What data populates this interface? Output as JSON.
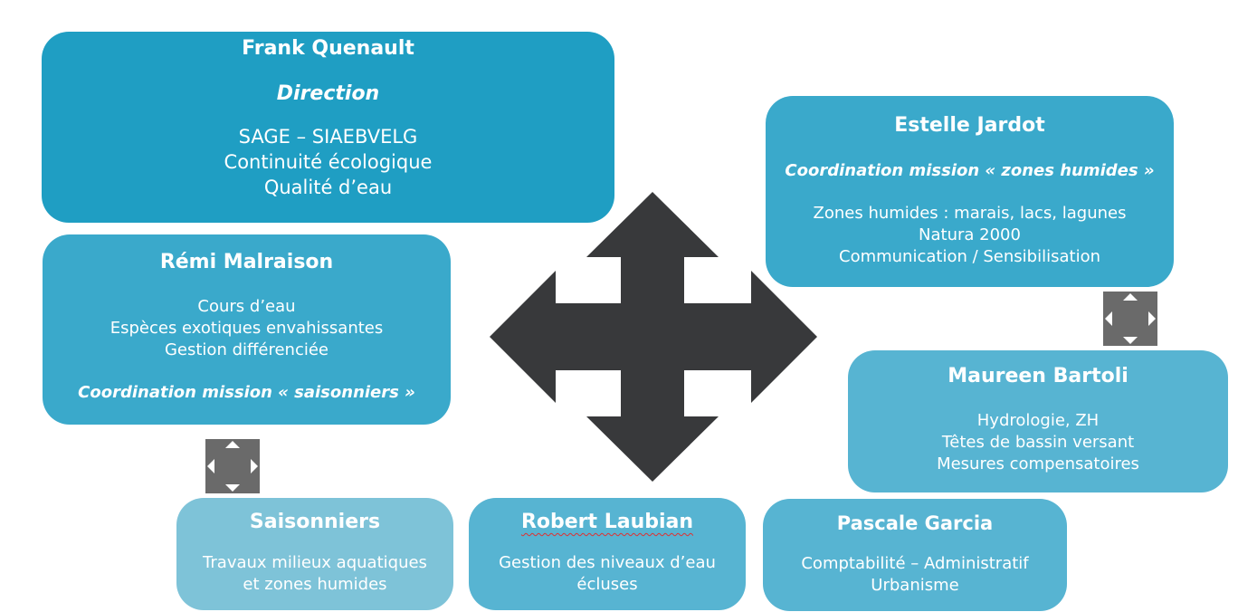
{
  "colors": {
    "direction": "#1f9ec3",
    "team": "#3aa9cb",
    "member": "#57b4d2",
    "seasonal": "#7ec3d8",
    "big_arrow": "#38393b",
    "small_arrow": "#6a6a6a"
  },
  "icons": {
    "center": "four-way-arrow-icon",
    "links": "four-way-arrow-icon"
  },
  "direction": {
    "name": "Frank Quenault",
    "role": "Direction",
    "lines": [
      "SAGE – SIAEBVELG",
      "Continuité écologique",
      "Qualité d’eau"
    ]
  },
  "remi": {
    "name": "Rémi Malraison",
    "lines": [
      "Cours d’eau",
      "Espèces exotiques envahissantes",
      "Gestion différenciée"
    ],
    "role": "Coordination mission « saisonniers »"
  },
  "estelle": {
    "name": "Estelle Jardot",
    "role": "Coordination mission « zones humides »",
    "lines": [
      "Zones humides : marais, lacs, lagunes",
      "Natura 2000",
      "Communication / Sensibilisation"
    ]
  },
  "maureen": {
    "name": "Maureen Bartoli",
    "lines": [
      "Hydrologie, ZH",
      "Têtes de bassin versant",
      "Mesures compensatoires"
    ]
  },
  "saisonniers": {
    "name": "Saisonniers",
    "lines": [
      "Travaux milieux aquatiques",
      "et zones humides"
    ]
  },
  "robert": {
    "name": "Robert Laubian",
    "lines": [
      "Gestion des niveaux d’eau",
      "écluses"
    ]
  },
  "pascale": {
    "name": "Pascale Garcia",
    "lines": [
      "Comptabilité – Administratif",
      "Urbanisme"
    ]
  }
}
